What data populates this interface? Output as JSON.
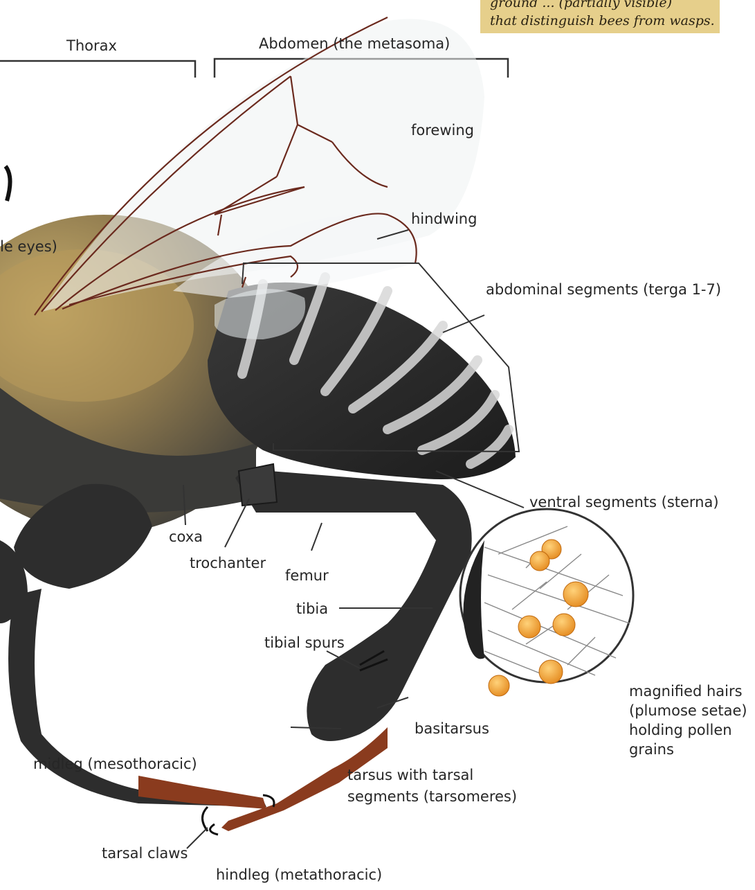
{
  "caption": {
    "text": "ground ... (partially visible)\nthat distinguish bees from wasps.",
    "background": "#e6cf8b"
  },
  "sections": {
    "thorax": "Thorax",
    "abdomen": "Abdomen (the metasoma)"
  },
  "labels": {
    "simple_eyes": "le eyes)",
    "forewing": "forewing",
    "hindwing": "hindwing",
    "abdominal_segments": "abdominal segments (terga 1-7)",
    "ventral_segments": "ventral segments (sterna)",
    "coxa": "coxa",
    "trochanter": "trochanter",
    "femur": "femur",
    "tibia": "tibia",
    "tibial_spurs": "tibial spurs",
    "basitarsus": "basitarsus",
    "tarsus_line1": "tarsus with tarsal",
    "tarsus_line2": "segments (tarsomeres)",
    "midleg": "midleg (mesothoracic)",
    "tarsal_claws": "tarsal claws",
    "hindleg": "hindleg (metathoracic)",
    "magnified_line1": "magnified hairs",
    "magnified_line2": "(plumose setae)",
    "magnified_line3": "holding pollen",
    "magnified_line4": "grains"
  },
  "colors": {
    "fur_thorax": "#b79a5a",
    "body_dark": "#2b2b2b",
    "stripe": "#d8d8d8",
    "wing_vein": "#6b2a1e",
    "leg_tarsus": "#8a3b1e",
    "pollen": "#f2a33a"
  }
}
